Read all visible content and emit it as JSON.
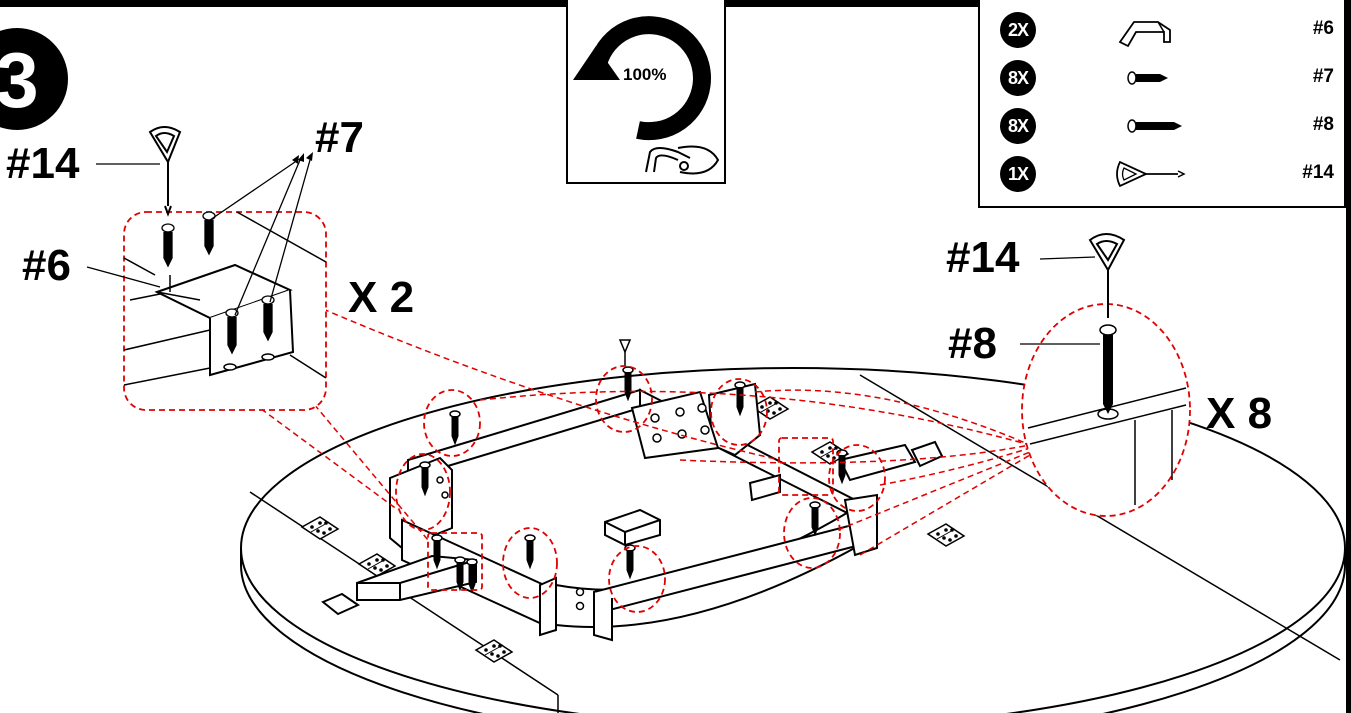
{
  "step": {
    "number": "3"
  },
  "torque": {
    "percent": "100%",
    "arrow_icon": "rotate-clockwise-arrow-icon",
    "tool_icon": "allen-key-icon"
  },
  "parts": [
    {
      "qty": "2X",
      "icon": "bracket-icon",
      "part": "#6"
    },
    {
      "qty": "8X",
      "icon": "short-screw-icon",
      "part": "#7"
    },
    {
      "qty": "8X",
      "icon": "long-screw-icon",
      "part": "#8"
    },
    {
      "qty": "1X",
      "icon": "allen-key-icon",
      "part": "#14"
    }
  ],
  "callouts": {
    "left_tool": "#14",
    "left_screws": "#7",
    "left_bracket": "#6",
    "left_multiplier": "X 2",
    "right_tool": "#14",
    "right_screw": "#8",
    "right_multiplier": "X 8"
  }
}
